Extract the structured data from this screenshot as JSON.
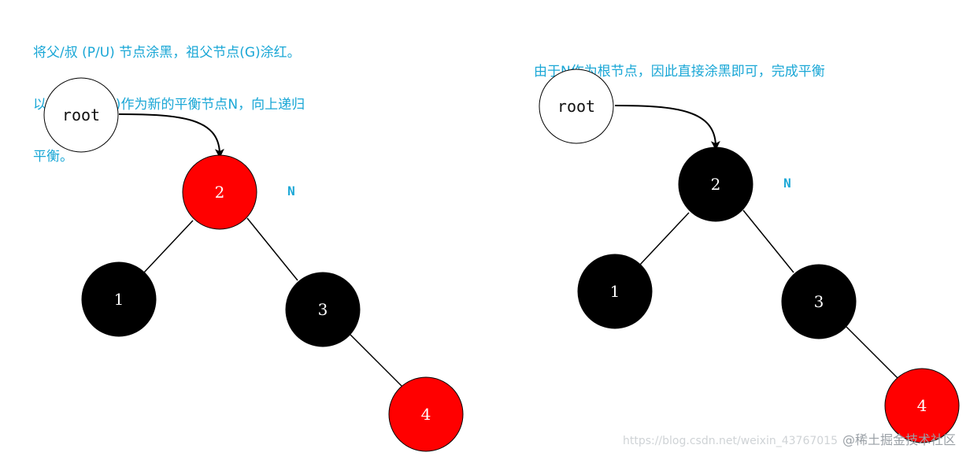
{
  "colors": {
    "red": "#ff0000",
    "black": "#000000",
    "white": "#ffffff",
    "caption": "#1aa7d6",
    "edge": "#000000"
  },
  "left_panel": {
    "caption_lines": [
      "将父/叔 (P/U) 节点涂黑，祖父节点(G)涂红。",
      "以祖父节点(G)作为新的平衡节点N，向上递归",
      "平衡。"
    ],
    "root_label": "root",
    "n_label": "N",
    "nodes": [
      {
        "id": "2",
        "label": "2",
        "color": "red"
      },
      {
        "id": "1",
        "label": "1",
        "color": "black"
      },
      {
        "id": "3",
        "label": "3",
        "color": "black"
      },
      {
        "id": "4",
        "label": "4",
        "color": "red"
      }
    ]
  },
  "right_panel": {
    "caption_lines": [
      "由于N作为根节点，因此直接涂黑即可，完成平衡"
    ],
    "root_label": "root",
    "n_label": "N",
    "nodes": [
      {
        "id": "2",
        "label": "2",
        "color": "black"
      },
      {
        "id": "1",
        "label": "1",
        "color": "black"
      },
      {
        "id": "3",
        "label": "3",
        "color": "black"
      },
      {
        "id": "4",
        "label": "4",
        "color": "red"
      }
    ]
  },
  "watermark": {
    "url_text": "https://blog.csdn.net/weixin_43767015",
    "brand_text": "@稀土掘金技术社区"
  }
}
